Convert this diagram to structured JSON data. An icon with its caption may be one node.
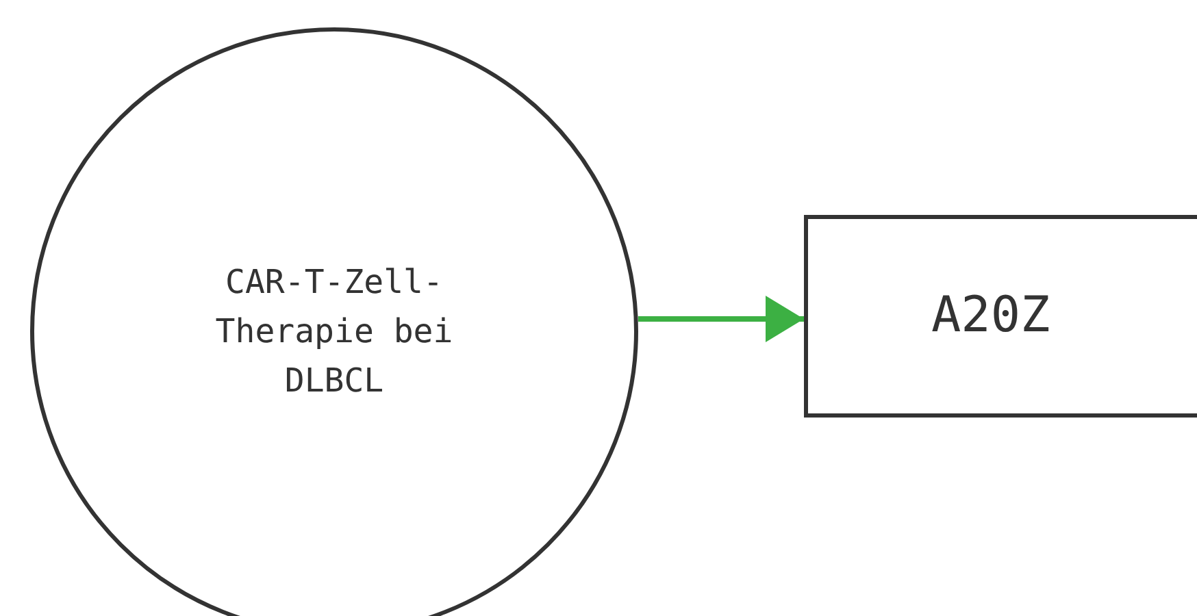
{
  "diagram": {
    "nodes": [
      {
        "text": [
          "CAR-T-Zell-Therapie bei DLBCL"
        ]
      },
      {
        "text": [
          "A20Z"
        ]
      }
    ],
    "edges": [
      {
        "from": 0,
        "to": 1,
        "arrow": "to",
        "color": "#3cb043"
      }
    ]
  }
}
